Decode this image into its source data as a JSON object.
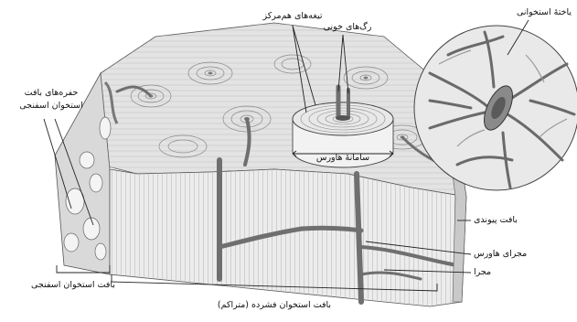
{
  "labels": {
    "spongy_cavities_line1": "حفره‌های بافت",
    "spongy_cavities_line2": "استخوان اسفنجی",
    "concentric_lamellae": "تیغه‌های هم‌مرکز",
    "blood_vessels": "رگ‌های خونی",
    "bone_cell": "یاختهٔ استخوانی",
    "haversian_system": "سامانهٔ هاورس",
    "connective_tissue": "بافت پیوندی",
    "haversian_canal": "مجرای هاورس",
    "canal": "مجرا",
    "spongy_bone_tissue": "بافت استخوان اسفنجی",
    "compact_bone_tissue": "بافت استخوان فشرده (متراکم)"
  },
  "colors": {
    "vessel": "#6f6f6f",
    "line": "#222222",
    "tissue_fill": "#e6e6e6",
    "tissue_dark": "#9a9a9a"
  }
}
